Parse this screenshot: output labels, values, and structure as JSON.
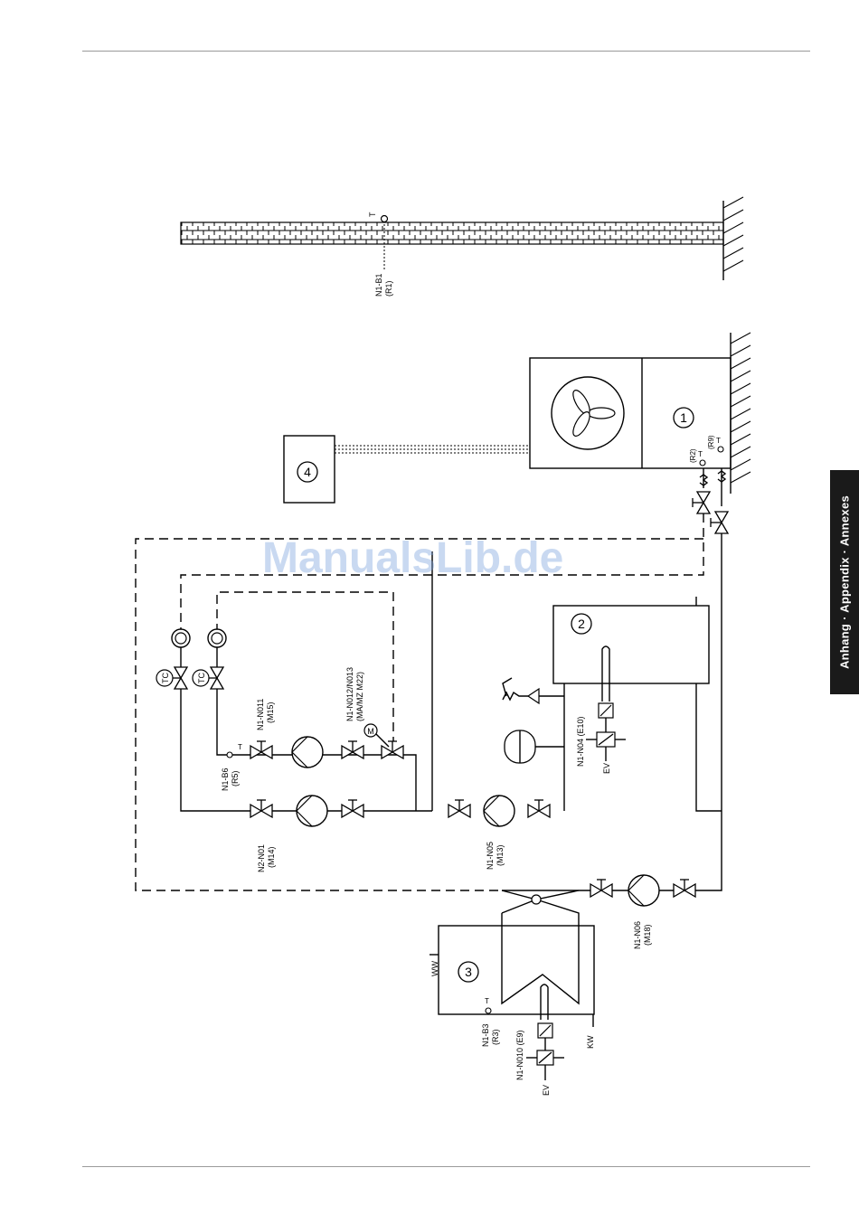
{
  "page": {
    "side_tab": "Anhang · Appendix · Annexes",
    "watermark": "ManualsLib.de"
  },
  "labels": {
    "n1_b1": "N1-B1",
    "r1": "(R1)",
    "t_wall": "T",
    "r2": "(R2)",
    "r9": "(R9)",
    "t_r2": "T",
    "t_r9": "T",
    "unit1": "1",
    "unit2": "2",
    "unit3": "3",
    "unit4": "4",
    "tc_top": "TC",
    "tc_bottom": "TC",
    "n1_n011": "N1-N011",
    "m15": "(M15)",
    "n1_n012": "N1-N012/N013",
    "ma_mz": "(MA/MZ M22)",
    "motor_m": "M",
    "n1_b6": "N1-B6",
    "r5": "(R5)",
    "t_b6": "T",
    "n2_n01": "N2-N01",
    "m14": "(M14)",
    "n1_n05": "N1-N05",
    "m13": "(M13)",
    "n1_n04": "N1-N04 (E10)",
    "ev_top": "EV",
    "n1_n06": "N1-N06",
    "m18": "(M18)",
    "ww": "WW",
    "kw": "KW",
    "t_b3": "T",
    "n1_b3": "N1-B3",
    "r3": "(R3)",
    "n1_n010": "N1-N010 (E9)",
    "ev_bottom": "EV"
  }
}
